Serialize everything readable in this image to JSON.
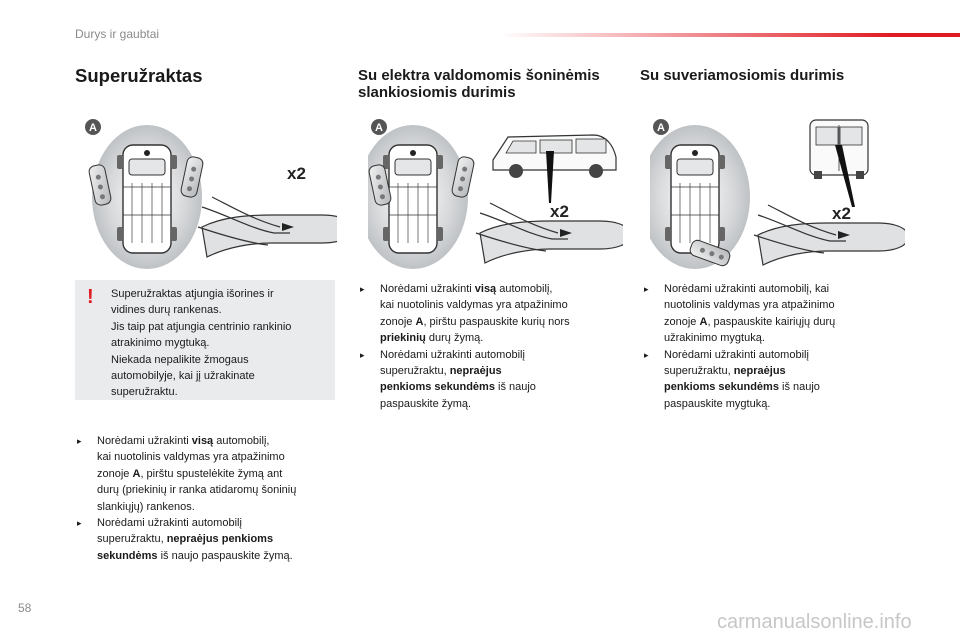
{
  "header": {
    "section": "Durys ir gaubtai",
    "accent_color": "#e11b24"
  },
  "page_number": "58",
  "watermark": "carmanualsonline.info",
  "columns": [
    {
      "title": "Superužraktas",
      "figure_label": "A",
      "figure_badge": "x2",
      "warning": {
        "icon": "!",
        "lines": [
          "Superužraktas atjungia išorines ir",
          "vidines durų rankenas.",
          "Jis taip pat atjungia centrinio rankinio",
          "atrakinimo mygtuką.",
          "Niekada nepalikite žmogaus",
          "automobilyje, kai jį užrakinate",
          "superužraktu."
        ]
      },
      "items": [
        [
          {
            "t": "Norėdami užrakinti "
          },
          {
            "t": "visą",
            "b": true
          },
          {
            "t": " automobilį,"
          },
          {
            "br": true
          },
          {
            "t": "kai nuotolinis valdymas yra atpažinimo"
          },
          {
            "br": true
          },
          {
            "t": "zonoje "
          },
          {
            "t": "A",
            "b": true
          },
          {
            "t": ", pirštu spustelėkite žymą ant"
          },
          {
            "br": true
          },
          {
            "t": "durų (priekinių ir ranka atidaromų šoninių"
          },
          {
            "br": true
          },
          {
            "t": "slankiųjų) rankenos."
          }
        ],
        [
          {
            "t": "Norėdami užrakinti automobilį"
          },
          {
            "br": true
          },
          {
            "t": "superužraktu, "
          },
          {
            "t": "nepraėjus penkioms",
            "b": true
          },
          {
            "br": true
          },
          {
            "t": "sekundėms",
            "b": true
          },
          {
            "t": " iš naujo paspauskite žymą."
          }
        ]
      ]
    },
    {
      "title": "Su elektra valdomomis šoninėmis slankiosiomis durimis",
      "figure_label": "A",
      "figure_badge": "x2",
      "items": [
        [
          {
            "t": "Norėdami užrakinti "
          },
          {
            "t": "visą",
            "b": true
          },
          {
            "t": " automobilį,"
          },
          {
            "br": true
          },
          {
            "t": "kai nuotolinis valdymas yra atpažinimo"
          },
          {
            "br": true
          },
          {
            "t": "zonoje "
          },
          {
            "t": "A",
            "b": true
          },
          {
            "t": ", pirštu paspauskite kurių nors"
          },
          {
            "br": true
          },
          {
            "t": "priekinių",
            "b": true
          },
          {
            "t": " durų žymą."
          }
        ],
        [
          {
            "t": "Norėdami užrakinti automobilį"
          },
          {
            "br": true
          },
          {
            "t": "superužraktu, "
          },
          {
            "t": "nepraėjus",
            "b": true
          },
          {
            "br": true
          },
          {
            "t": "penkioms sekundėms",
            "b": true
          },
          {
            "t": " iš naujo"
          },
          {
            "br": true
          },
          {
            "t": "paspauskite žymą."
          }
        ]
      ]
    },
    {
      "title": "Su suveriamosiomis durimis",
      "figure_label": "A",
      "figure_badge": "x2",
      "items": [
        [
          {
            "t": "Norėdami užrakinti automobilį, kai"
          },
          {
            "br": true
          },
          {
            "t": "nuotolinis valdymas yra atpažinimo"
          },
          {
            "br": true
          },
          {
            "t": "zonoje "
          },
          {
            "t": "A",
            "b": true
          },
          {
            "t": ", paspauskite kairiųjų durų"
          },
          {
            "br": true
          },
          {
            "t": "užrakinimo mygtuką."
          }
        ],
        [
          {
            "t": "Norėdami užrakinti automobilį"
          },
          {
            "br": true
          },
          {
            "t": "superužraktu, "
          },
          {
            "t": "nepraėjus",
            "b": true
          },
          {
            "br": true
          },
          {
            "t": "penkioms sekundėms",
            "b": true
          },
          {
            "t": " iš naujo"
          },
          {
            "br": true
          },
          {
            "t": "paspauskite mygtuką."
          }
        ]
      ]
    }
  ]
}
